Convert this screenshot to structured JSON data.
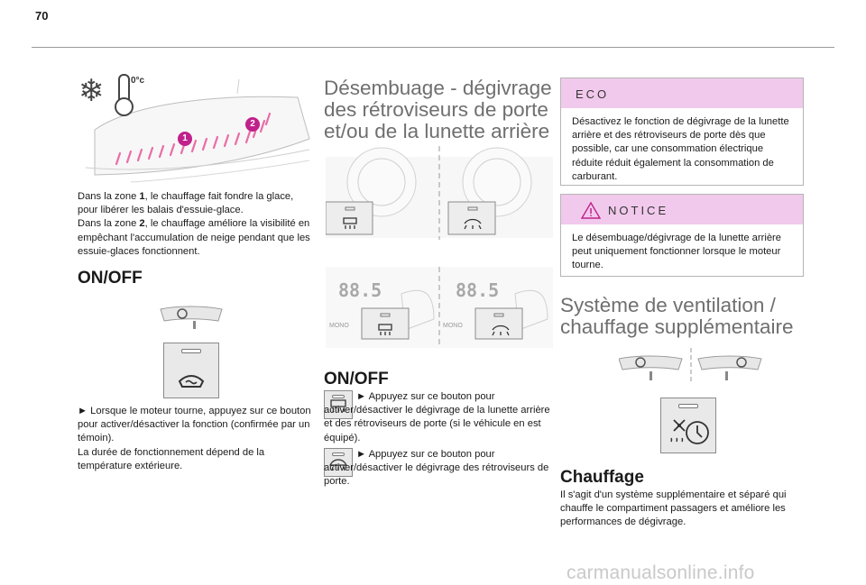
{
  "page_number": "70",
  "left": {
    "thermo_label": "0°c",
    "zone1_num": "1",
    "zone2_num": "2",
    "para1_pre": "Dans la zone ",
    "para1_b": "1",
    "para1_post": ", le chauffage fait fondre la glace, pour libérer les balais d'essuie-glace.",
    "para2_pre": "Dans la zone ",
    "para2_b": "2",
    "para2_post": ", le chauffage améliore la visibilité en empêchant l'accumulation de neige pendant que les essuie-glaces fonctionnent.",
    "onoff_title": "ON/OFF",
    "instr1": "► Lorsque le moteur tourne, appuyez sur ce bouton pour activer/désactiver la fonction (confirmée par un témoin).",
    "instr2": "La durée de fonctionnement dépend de la température extérieure."
  },
  "middle": {
    "title": "Désembuage - dégivrage des rétroviseurs de porte et/ou de la lunette arrière",
    "display_text_1": "88.5",
    "display_text_2": "88.5",
    "mono_1": "MONO",
    "mono_2": "MONO",
    "onoff_title": "ON/OFF",
    "instr1": "► Appuyez sur ce bouton pour activer/désactiver le dégivrage de la lunette arrière et des rétroviseurs de porte (si le véhicule en est équipé).",
    "instr2": "► Appuyez sur ce bouton pour activer/désactiver le dégivrage des rétroviseurs de porte."
  },
  "right": {
    "eco_label": "ECO",
    "eco_text": "Désactivez le fonction de dégivrage de la lunette arrière et des rétroviseurs de porte dès que possible, car une consommation électrique réduite réduit également la consommation de carburant.",
    "notice_label": "NOTICE",
    "notice_text": "Le désembuage/dégivrage de la lunette arrière peut uniquement fonctionner lorsque le moteur tourne.",
    "title": "Système de ventilation / chauffage supplémentaire",
    "heat_title": "Chauffage",
    "heat_text": "Il s'agit d'un système supplémentaire et séparé qui chauffe le compartiment passagers et améliore les performances de dégivrage."
  },
  "watermark": "carmanualsonline.info",
  "colors": {
    "accent_pink": "#f1c9ec",
    "heat_stripes": "#e8559a",
    "marker": "#c0218a",
    "heading_grey": "#6f6f6f"
  }
}
